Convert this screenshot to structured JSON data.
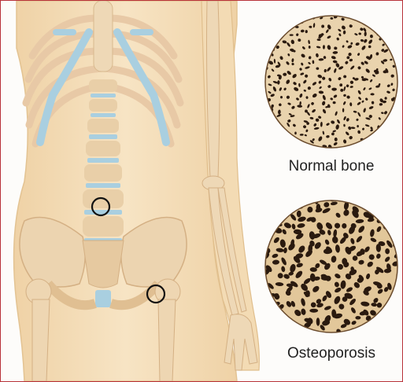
{
  "labels": {
    "normal": "Normal bone",
    "osteoporosis": "Osteoporosis"
  },
  "colors": {
    "frame_border": "#b8323a",
    "skin": "#f4dcb5",
    "bone": "#f1e1c2",
    "cartilage": "#a9cfe0",
    "bone_pore": "#2a1a0f"
  },
  "icons": {
    "normal_sample": "trabecular-bone-normal",
    "osteo_sample": "trabecular-bone-porous",
    "marker": "circle-marker"
  }
}
